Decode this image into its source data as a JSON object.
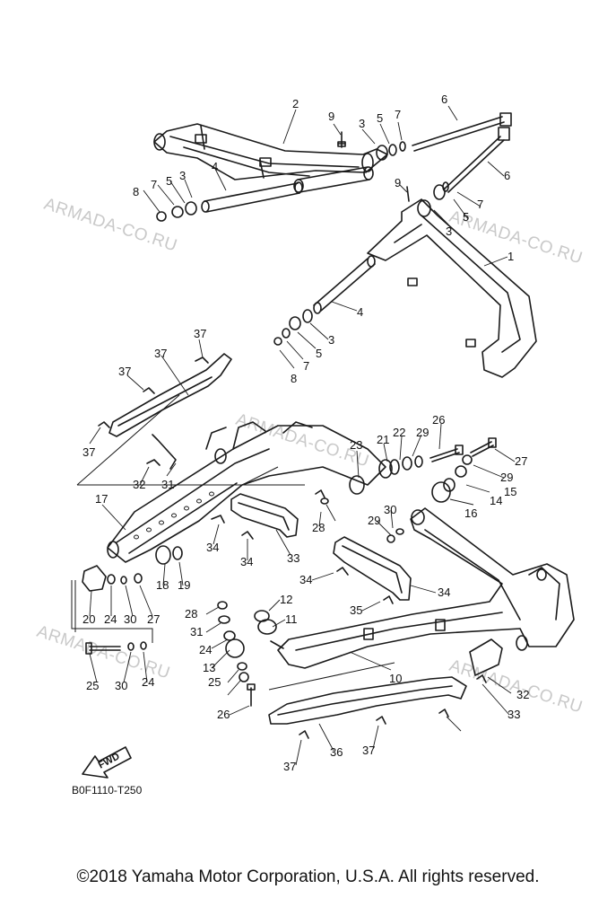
{
  "diagram": {
    "figure_code": "B0F1110-T250",
    "fwd_label": "FWD",
    "watermark": "ARMADA-CO.RU",
    "copyright": "©2018 Yamaha Motor Corporation, U.S.A. All rights reserved.",
    "callouts": [
      "1",
      "2",
      "3",
      "3",
      "3",
      "3",
      "4",
      "4",
      "5",
      "5",
      "5",
      "5",
      "6",
      "6",
      "7",
      "7",
      "7",
      "7",
      "8",
      "8",
      "9",
      "9",
      "10",
      "11",
      "12",
      "13",
      "14",
      "15",
      "16",
      "17",
      "18",
      "19",
      "20",
      "21",
      "22",
      "23",
      "24",
      "24",
      "24",
      "25",
      "25",
      "26",
      "26",
      "27",
      "27",
      "28",
      "28",
      "29",
      "29",
      "29",
      "30",
      "30",
      "30",
      "31",
      "31",
      "32",
      "32",
      "33",
      "33",
      "34",
      "34",
      "34",
      "34",
      "35",
      "36",
      "37",
      "37",
      "37",
      "37",
      "37",
      "37"
    ]
  }
}
